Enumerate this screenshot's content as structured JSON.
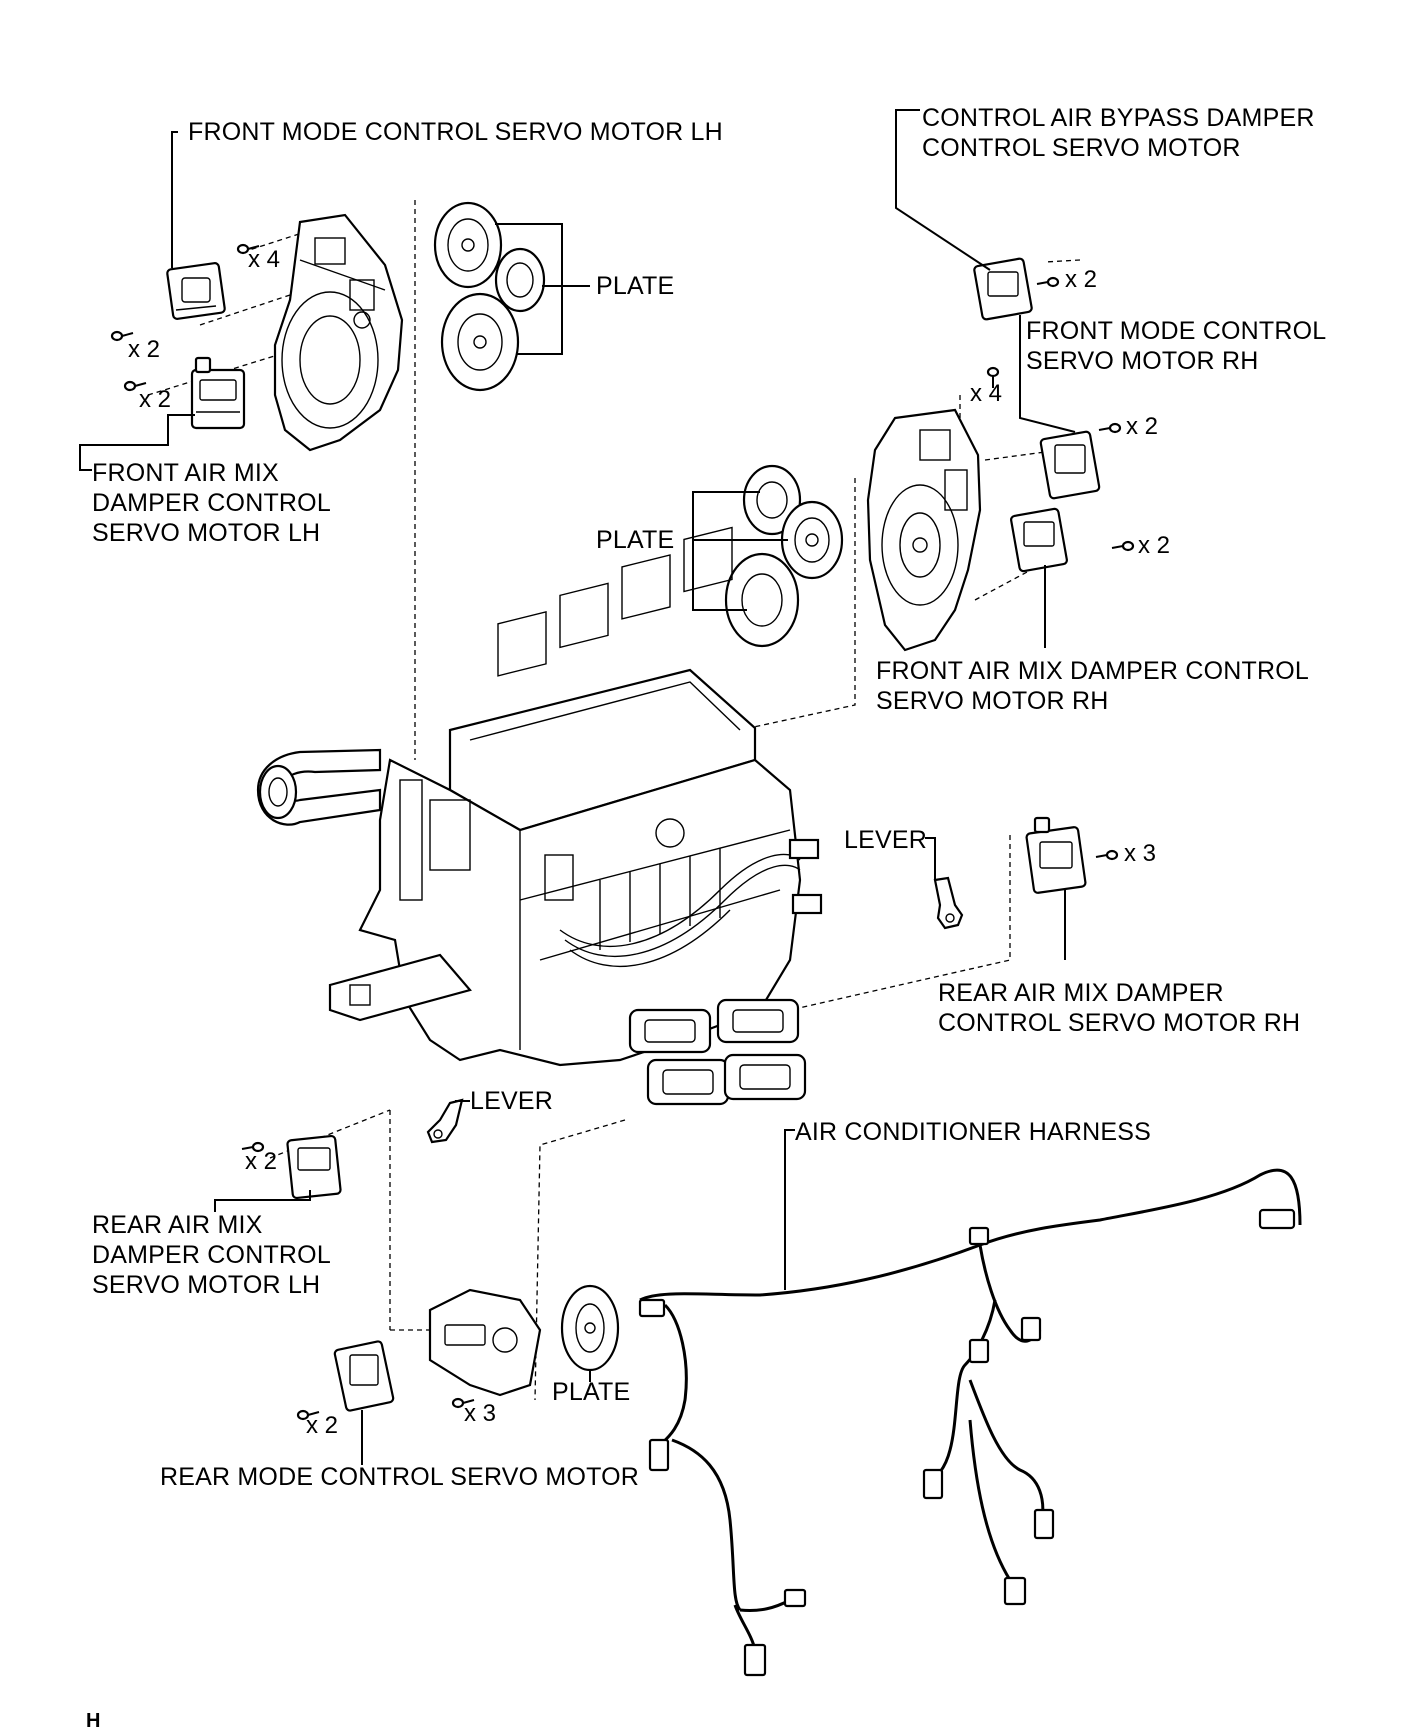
{
  "labels": {
    "front_mode_lh": "FRONT MODE CONTROL SERVO MOTOR LH",
    "front_air_mix_lh": [
      "FRONT AIR MIX",
      "DAMPER CONTROL",
      "SERVO MOTOR LH"
    ],
    "plate": "PLATE",
    "control_air_bypass": [
      "CONTROL AIR BYPASS DAMPER",
      "CONTROL SERVO MOTOR"
    ],
    "front_mode_rh": [
      "FRONT MODE CONTROL",
      "SERVO MOTOR RH"
    ],
    "front_air_mix_rh": [
      "FRONT AIR MIX DAMPER CONTROL",
      "SERVO MOTOR RH"
    ],
    "lever": "LEVER",
    "rear_air_mix_rh": [
      "REAR AIR MIX DAMPER",
      "CONTROL SERVO MOTOR RH"
    ],
    "air_conditioner_harness": "AIR CONDITIONER HARNESS",
    "rear_air_mix_lh": [
      "REAR AIR MIX",
      "DAMPER CONTROL",
      "SERVO MOTOR LH"
    ],
    "rear_mode": "REAR MODE CONTROL SERVO MOTOR"
  },
  "quantities": {
    "x2": "x 2",
    "x3": "x 3",
    "x4": "x 4"
  },
  "footer_code": "H"
}
